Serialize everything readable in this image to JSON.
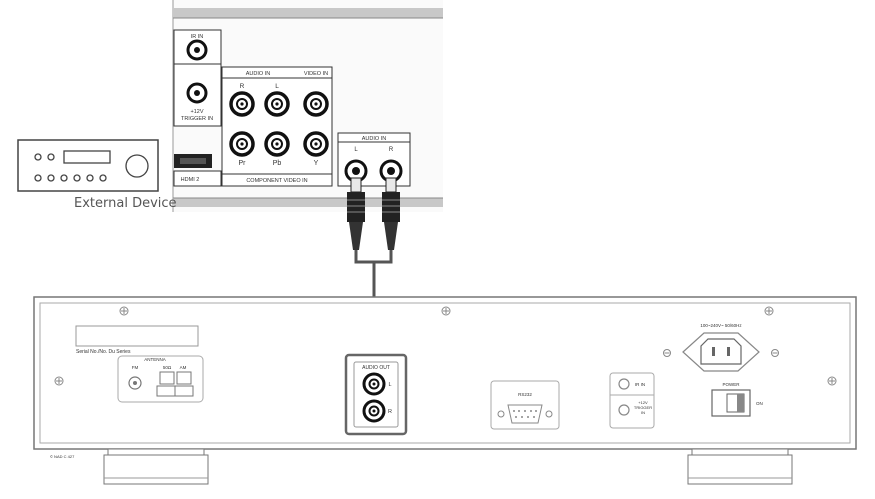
{
  "external_device": {
    "caption": "External Device",
    "panel": {
      "ir_in": "IR IN",
      "trigger_in": "+12V\nTRIGGER IN",
      "audio_in_header": "AUDIO IN",
      "video_in_header": "VIDEO IN",
      "audio_r": "R",
      "audio_l": "L",
      "pr": "Pr",
      "pb": "Pb",
      "y": "Y",
      "component_video_in": "COMPONENT VIDEO IN",
      "hdmi": "HDMI 2",
      "audio_in_box_title": "AUDIO IN",
      "audio_in_box_l": "L",
      "audio_in_box_r": "R"
    }
  },
  "player_rear": {
    "serial_label": "Serial No./No. Du Series",
    "antenna": "ANTENNA",
    "fm": "FM",
    "antenna_50": "50Ω",
    "antenna_am": "AM",
    "audio_out": "AUDIO OUT",
    "out_l": "L",
    "out_r": "R",
    "rs232": "RS232",
    "ir_in": "IR IN",
    "trigger_in": "+12V\nTRIGGER\nIN",
    "voltage": "100~240V~ 50/60Hz",
    "power": "POWER",
    "on": "ON",
    "model_note": "© NAD C 427"
  }
}
